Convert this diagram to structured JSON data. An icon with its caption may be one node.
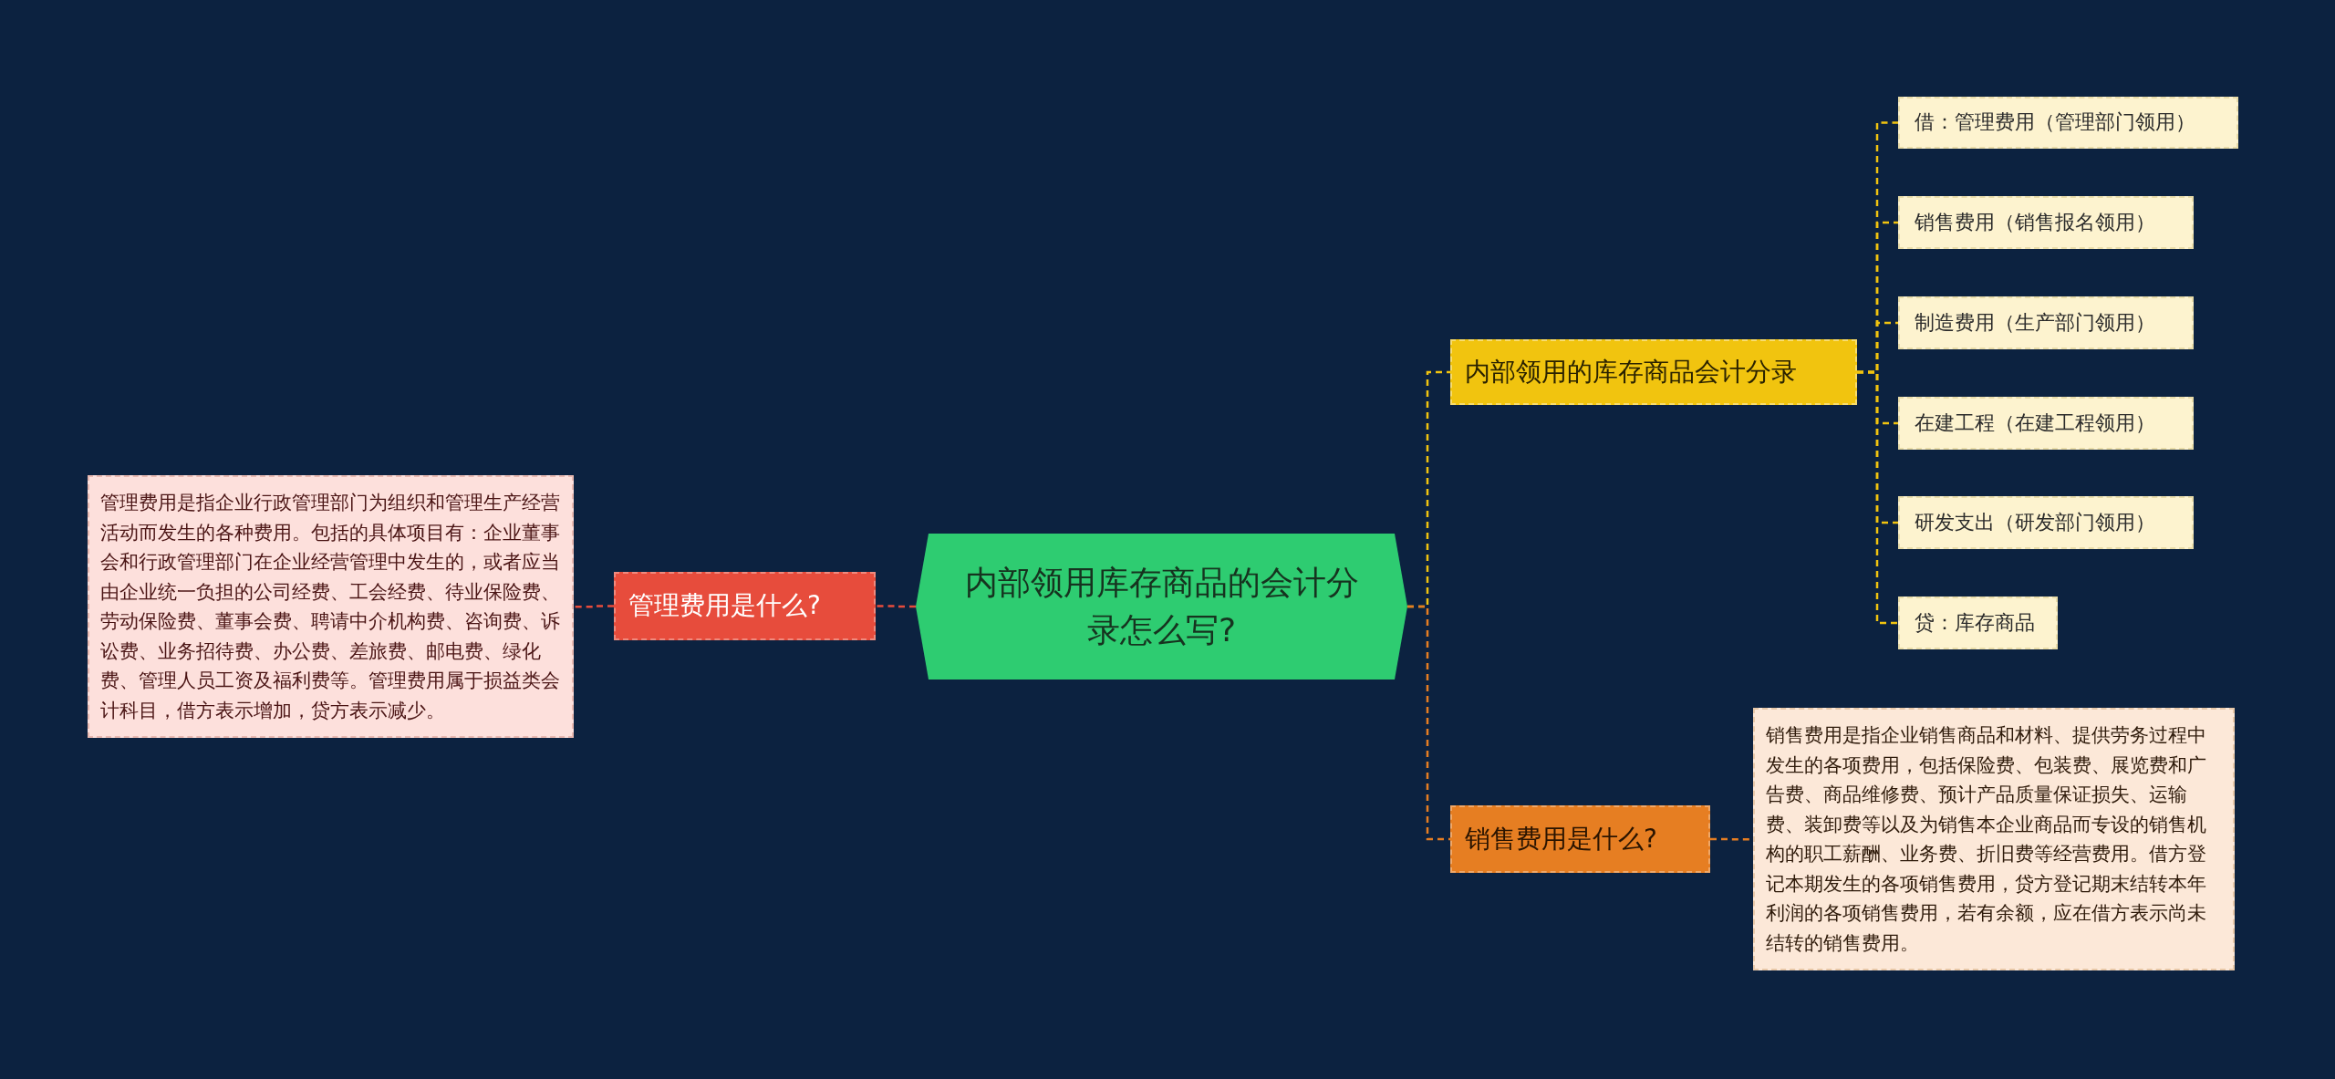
{
  "diagram": {
    "nodes": [
      {
        "text": [
          "内部领用库存商品的会计分录怎么写?"
        ]
      },
      {
        "text": [
          "管理费用是什么?"
        ]
      },
      {
        "text": [
          "管理费用是指企业行政管理部门为组织和管理生产经营活动而发生的各种费用。包括的具体项目有：企业董事会和行政管理部门在企业经营管理中发生的，或者应当由企业统一负担的公司经费、工会经费、待业保险费、劳动保险费、董事会费、聘请中介机构费、咨询费、诉讼费、业务招待费、办公费、差旅费、邮电费、绿化费、管理人员工资及福利费等。管理费用属于损益类会计科目，借方表示增加，贷方表示减少。"
        ]
      },
      {
        "text": [
          "内部领用的库存商品会计分录"
        ]
      },
      {
        "text": [
          "借：管理费用（管理部门领用）"
        ]
      },
      {
        "text": [
          "销售费用（销售报名领用）"
        ]
      },
      {
        "text": [
          "制造费用（生产部门领用）"
        ]
      },
      {
        "text": [
          "在建工程（在建工程领用）"
        ]
      },
      {
        "text": [
          "研发支出（研发部门领用）"
        ]
      },
      {
        "text": [
          "贷：库存商品"
        ]
      },
      {
        "text": [
          "销售费用是什么?"
        ]
      },
      {
        "text": [
          "销售费用是指企业销售商品和材料、提供劳务过程中发生的各项费用，包括保险费、包装费、展览费和广告费、商品维修费、预计产品质量保证损失、运输费、装卸费等以及为销售本企业商品而专设的销售机构的职工薪酬、业务费、折旧费等经营费用。借方登记本期发生的各项销售费用，贷方登记期末结转本年利润的各项销售费用，若有余额，应在借方表示尚未结转的销售费用。"
        ]
      }
    ],
    "edges": [
      {
        "from": 0,
        "to": 1,
        "arrow": "none",
        "style": "dashed",
        "color": "#e74c3c"
      },
      {
        "from": 1,
        "to": 2,
        "arrow": "none",
        "style": "dashed",
        "color": "#e74c3c"
      },
      {
        "from": 0,
        "to": 3,
        "arrow": "none",
        "style": "dashed"
      },
      {
        "from": 3,
        "to": 4,
        "arrow": "none",
        "style": "dashed"
      },
      {
        "from": 3,
        "to": 5,
        "arrow": "none",
        "style": "dashed"
      },
      {
        "from": 3,
        "to": 6,
        "arrow": "none",
        "style": "dashed"
      },
      {
        "from": 3,
        "to": 7,
        "arrow": "none",
        "style": "dashed"
      },
      {
        "from": 3,
        "to": 8,
        "arrow": "none",
        "style": "dashed"
      },
      {
        "from": 3,
        "to": 9,
        "arrow": "none",
        "style": "dashed"
      },
      {
        "from": 0,
        "to": 10,
        "arrow": "none",
        "style": "dashed",
        "color": "#e67e22"
      },
      {
        "from": 10,
        "to": 11,
        "arrow": "none",
        "style": "dashed",
        "color": "#e67e22"
      }
    ]
  }
}
